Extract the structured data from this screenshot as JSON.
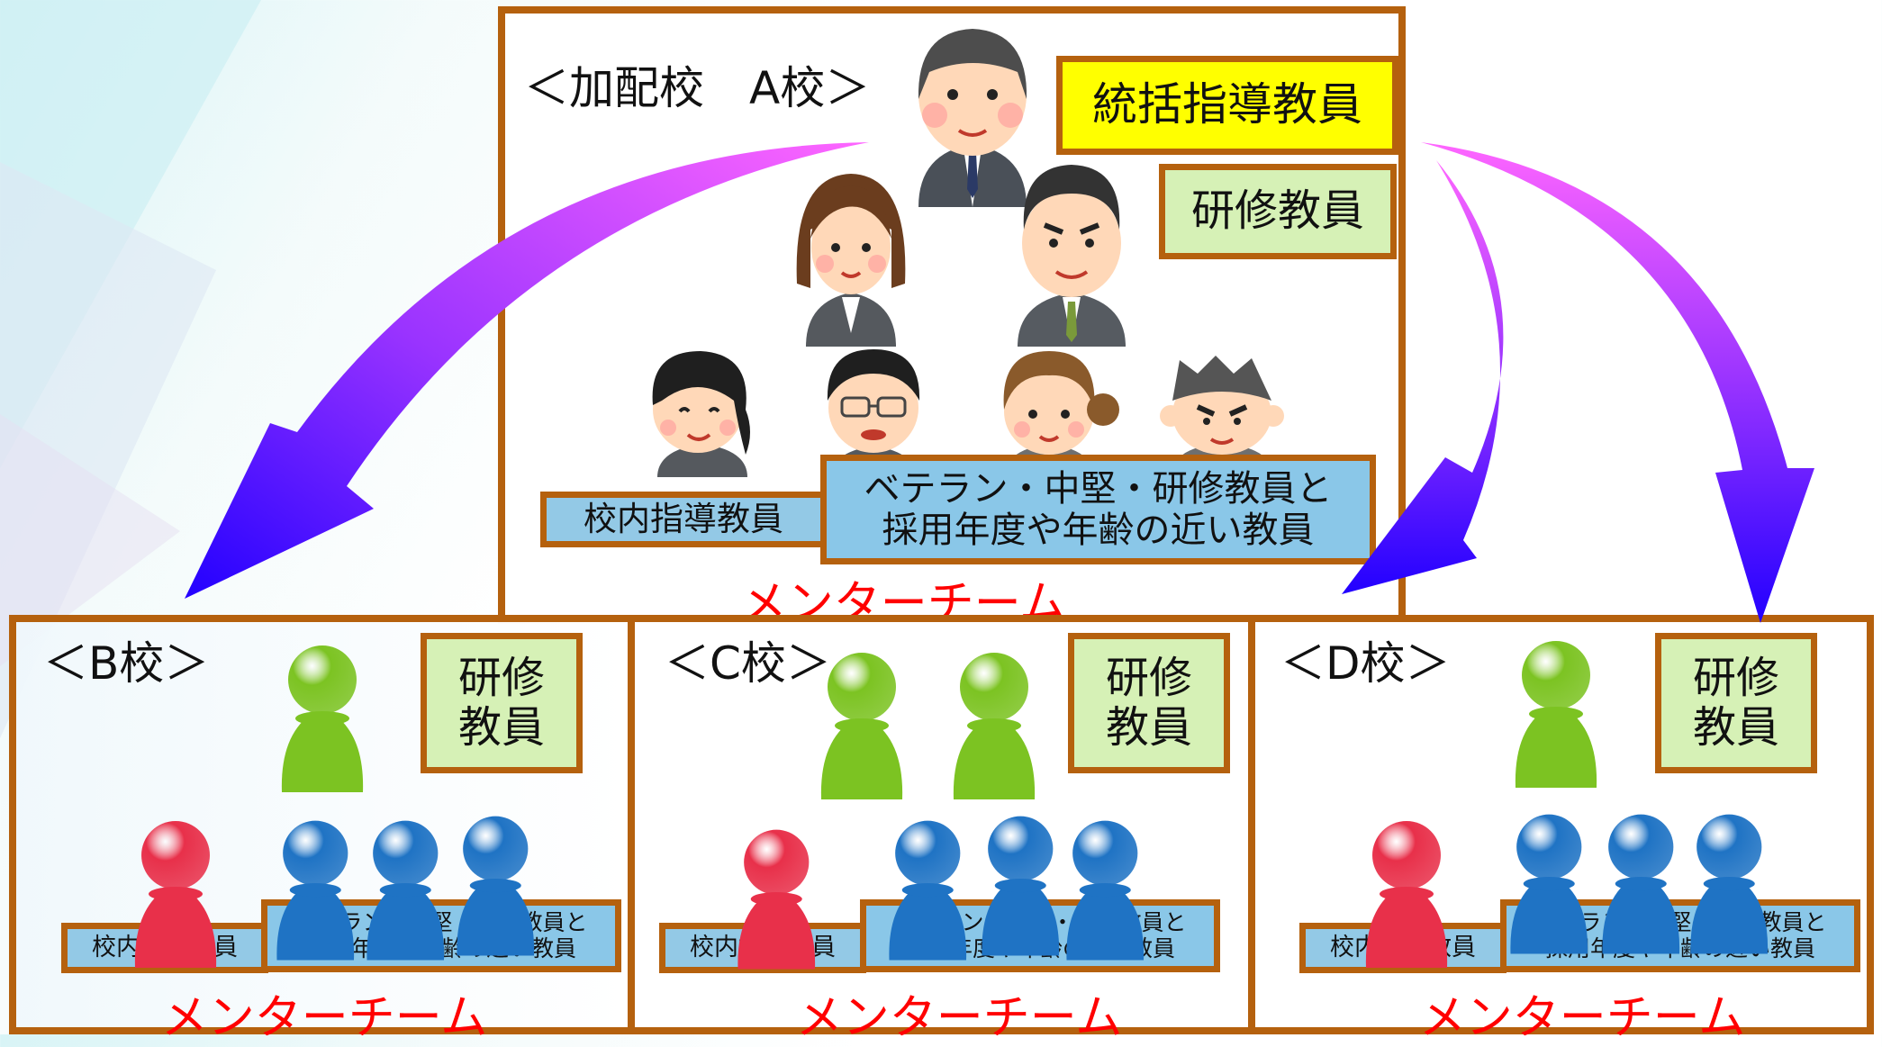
{
  "school_a": {
    "title": "＜加配校　A校＞",
    "supervisor_label": "統括指導教員",
    "trainer_label": "研修教員",
    "in_school_label": "校内指導教員",
    "team_desc_line1": "ベテラン・中堅・研修教員と",
    "team_desc_line2": "採用年度や年齢の近い教員",
    "mentor_team": "メンターチーム"
  },
  "school_b": {
    "title": "＜B校＞",
    "trainer_line1": "研修",
    "trainer_line2": "教員",
    "in_school_label": "校内指導教員",
    "team_desc_line1": "ベテラン・中堅・研修教員と",
    "team_desc_line2": "採用年度や年齢の近い教員",
    "mentor_team": "メンターチーム"
  },
  "school_c": {
    "title": "＜C校＞",
    "trainer_line1": "研修",
    "trainer_line2": "教員",
    "in_school_label": "校内指導教員",
    "team_desc_line1": "ベテラン・中堅・研修教員と",
    "team_desc_line2": "採用年度や年齢の近い教員",
    "mentor_team": "メンターチーム"
  },
  "school_d": {
    "title": "＜D校＞",
    "trainer_line1": "研修",
    "trainer_line2": "教員",
    "in_school_label": "校内指導教員",
    "team_desc_line1": "ベテラン・中堅・研修教員と",
    "team_desc_line2": "採用年度や年齢の近い教員",
    "mentor_team": "メンターチーム"
  },
  "colors": {
    "frame": "#b5610e",
    "mentor_text": "#ff0000",
    "arrow_start": "#ff66ff",
    "arrow_end": "#2200ff",
    "trainer_pawn": "#7cc322",
    "in_school_pawn": "#e8304a",
    "member_pawn": "#1f73c4"
  },
  "icons": {
    "person": "person-illustration-icon",
    "pawn": "pawn-icon",
    "arrow": "curved-arrow-icon"
  }
}
